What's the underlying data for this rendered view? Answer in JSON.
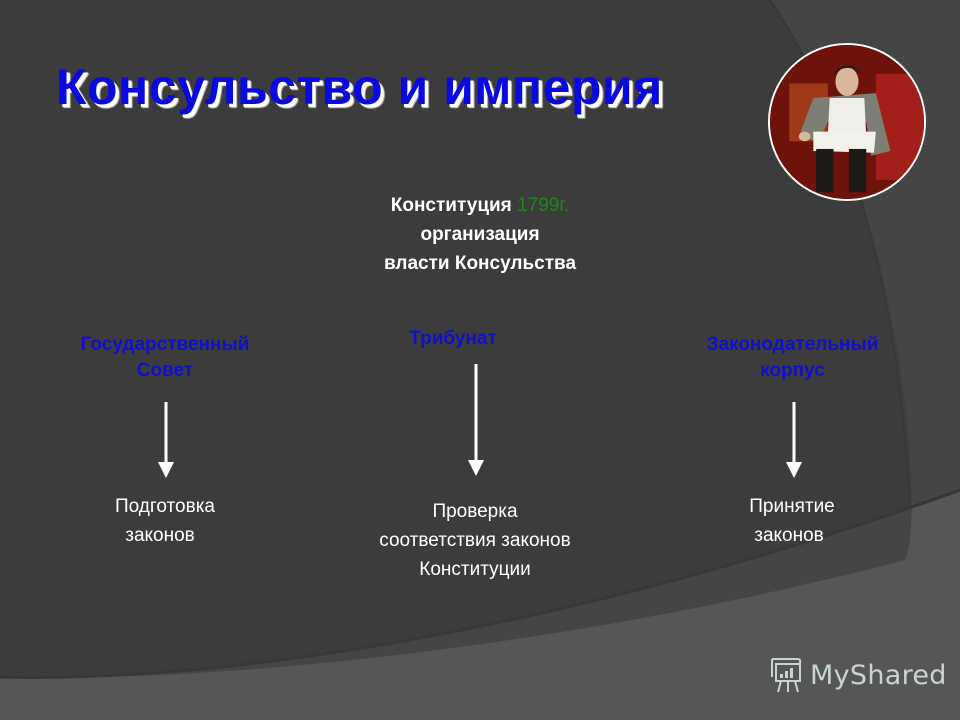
{
  "slide": {
    "title": "Консульство и империя",
    "portrait": {
      "icon": "napoleon-portrait-image",
      "alt": "Napoleon seated portrait"
    },
    "constitution": {
      "label": "Конституция",
      "year": "1799г.",
      "line2": "организация",
      "line3": "власти Консульства"
    },
    "bodies": [
      {
        "name_line1": "Государственный",
        "name_line2": "Совет",
        "desc_line1": "Подготовка",
        "desc_line2": "законов",
        "desc_line3": ""
      },
      {
        "name_line1": "Трибунат",
        "name_line2": "",
        "desc_line1": "Проверка",
        "desc_line2": "соответствия законов",
        "desc_line3": "Конституции"
      },
      {
        "name_line1": "Законодательный",
        "name_line2": "корпус",
        "desc_line1": "Принятие",
        "desc_line2": "законов",
        "desc_line3": ""
      }
    ],
    "watermark": {
      "text": "MyShared",
      "icon": "presentation-board-icon"
    }
  },
  "colors": {
    "background": "#3f3f3f",
    "title": "#0a0ae0",
    "body_label": "#1010c8",
    "year": "#1a8a1a",
    "text": "#ffffff"
  }
}
